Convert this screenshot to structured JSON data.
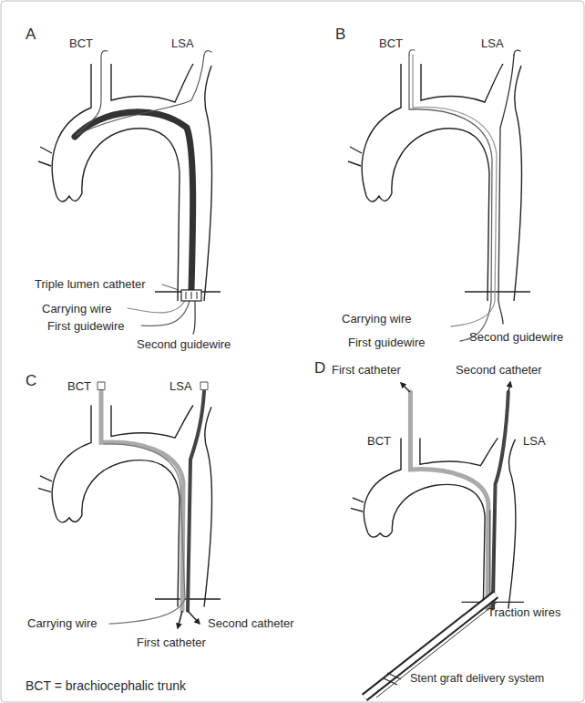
{
  "diagram": {
    "labels": [
      "A",
      "BCT",
      "LSA",
      "Triple lumen catheter",
      "Carrying wire",
      "First guidewire",
      "Second guidewire",
      "B",
      "BCT",
      "LSA",
      "Carrying wire",
      "First guidewire",
      "Second guidewire",
      "C",
      "BCT",
      "LSA",
      "Carrying wire",
      "Second catheter",
      "First catheter",
      "D",
      "First catheter",
      "Second catheter",
      "BCT",
      "LSA",
      "Traction wires",
      "Stent graft delivery system",
      "BCT = brachiocephalic trunk"
    ]
  }
}
